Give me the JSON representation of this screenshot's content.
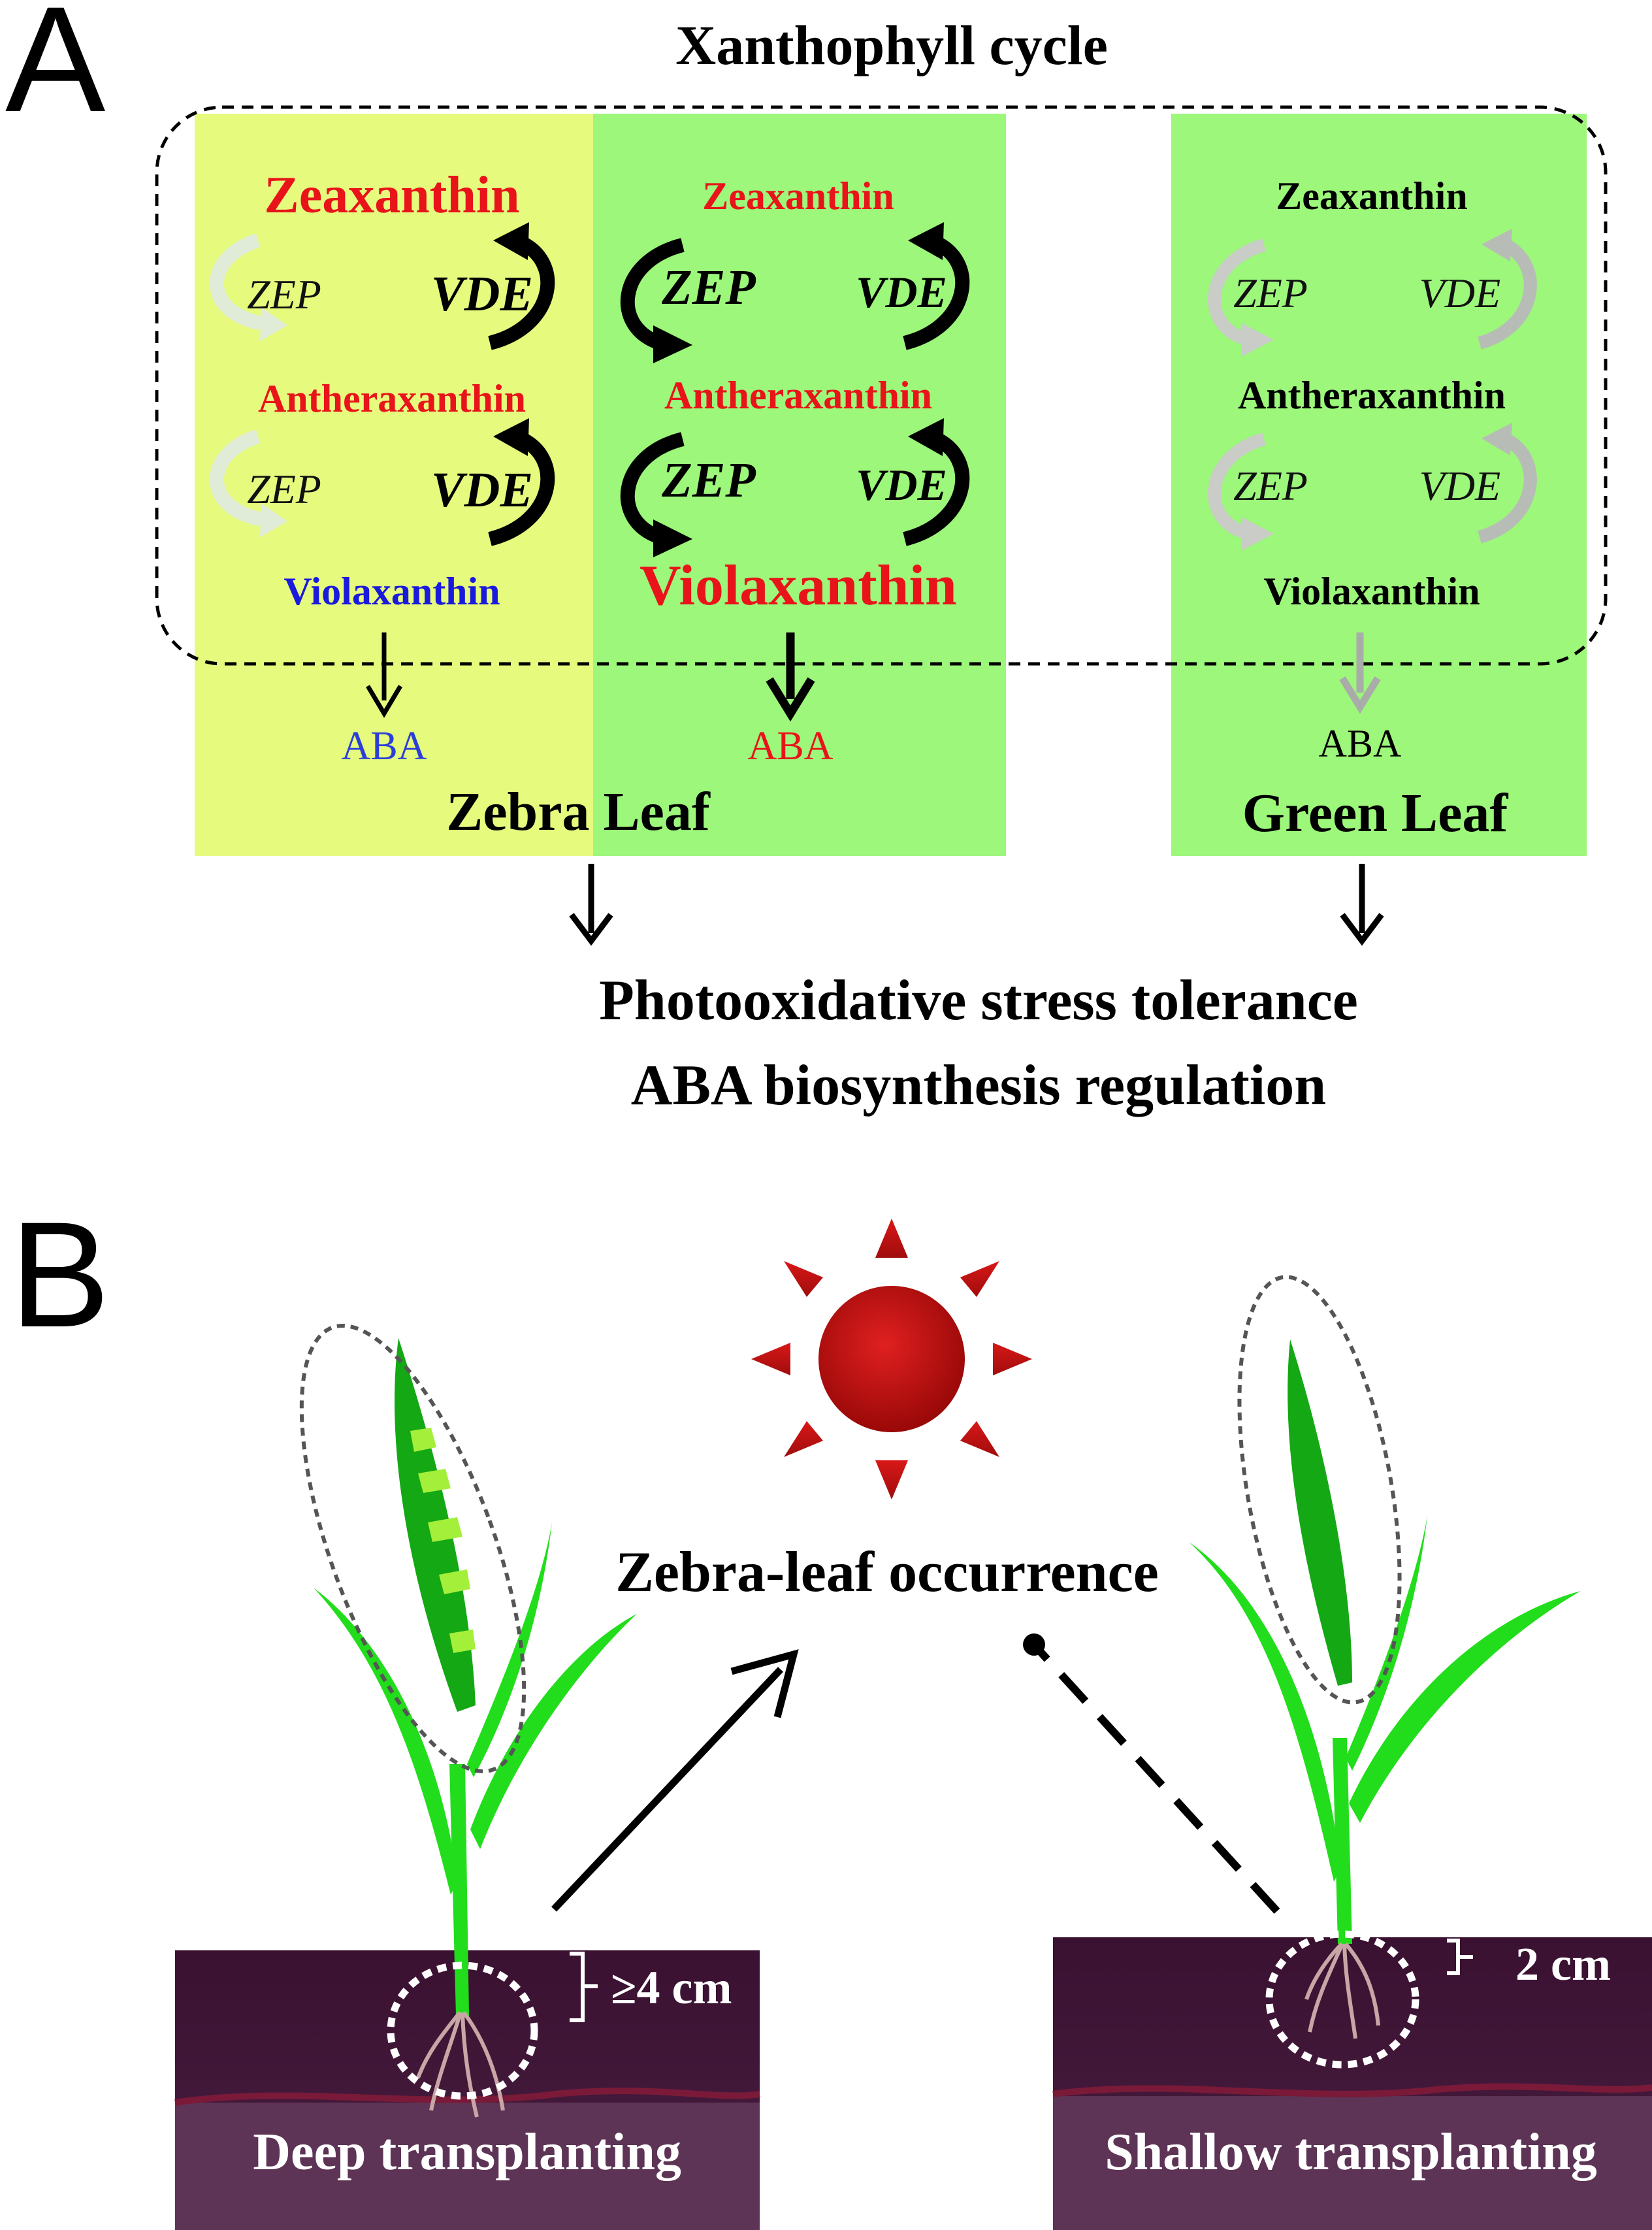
{
  "panel_a": {
    "panel_label": "A",
    "title": "Xanthophyll cycle",
    "zebra_yellow_col": {
      "zeaxanthin": "Zeaxanthin",
      "antheraxanthin": "Antheraxanthin",
      "violaxanthin": "Violaxanthin",
      "zep_1": "ZEP",
      "vde_1": "VDE",
      "zep_2": "ZEP",
      "vde_2": "VDE",
      "aba": "ABA"
    },
    "zebra_green_col": {
      "zeaxanthin": "Zeaxanthin",
      "antheraxanthin": "Antheraxanthin",
      "violaxanthin": "Violaxanthin",
      "zep_1": "ZEP",
      "vde_1": "VDE",
      "zep_2": "ZEP",
      "vde_2": "VDE",
      "aba": "ABA"
    },
    "green_leaf_col": {
      "zeaxanthin": "Zeaxanthin",
      "antheraxanthin": "Antheraxanthin",
      "violaxanthin": "Violaxanthin",
      "zep_1": "ZEP",
      "vde_1": "VDE",
      "zep_2": "ZEP",
      "vde_2": "VDE",
      "aba": "ABA"
    },
    "zebra_leaf_label": "Zebra Leaf",
    "green_leaf_label": "Green Leaf",
    "outcome_line_1": "Photooxidative stress tolerance",
    "outcome_line_2": "ABA biosynthesis regulation"
  },
  "panel_b": {
    "panel_label": "B",
    "center_label": "Zebra-leaf occurrence",
    "deep_depth": "≥4 cm",
    "shallow_depth": "2 cm",
    "deep_label": "Deep transplanting",
    "shallow_label": "Shallow transplanting"
  },
  "colors": {
    "yellow_bg": "#e6fa7e",
    "green_bg": "#9cf77a",
    "red_text": "#e8141a",
    "blue_text": "#1a1adc",
    "soil_top": "#3c1333",
    "soil_bottom": "#5e3655",
    "leaf_green": "#22dd1c",
    "leaf_dark": "#14a814",
    "sun_red": "#c01010"
  }
}
